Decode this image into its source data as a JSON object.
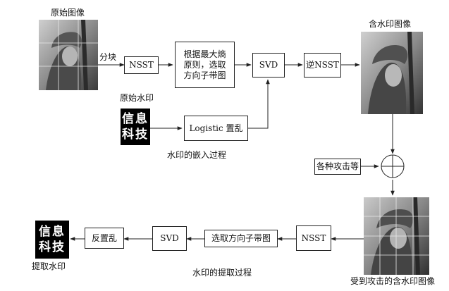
{
  "labels": {
    "original_image": "原始图像",
    "split": "分块",
    "original_watermark": "原始水印",
    "watermarked_image": "含水印图像",
    "embed_process": "水印的嵌入过程",
    "extract_process": "水印的提取过程",
    "extracted_watermark": "提取水印",
    "attacked_image": "受到攻击的含水印图像"
  },
  "boxes": {
    "nsst_top": "NSST",
    "max_entropy": "根据最大熵原则，选取方向子带图",
    "svd_top": "SVD",
    "inverse_nsst": "逆NSST",
    "logistic": "Logistic 置乱",
    "attacks": "各种攻击等",
    "nsst_bottom": "NSST",
    "select_subband": "选取方向子带图",
    "svd_bottom": "SVD",
    "unscramble": "反置乱"
  },
  "watermark_text": {
    "line1": "信息",
    "line2": "科技"
  },
  "extracted_text": {
    "line1": "信息",
    "line2": "科技"
  }
}
